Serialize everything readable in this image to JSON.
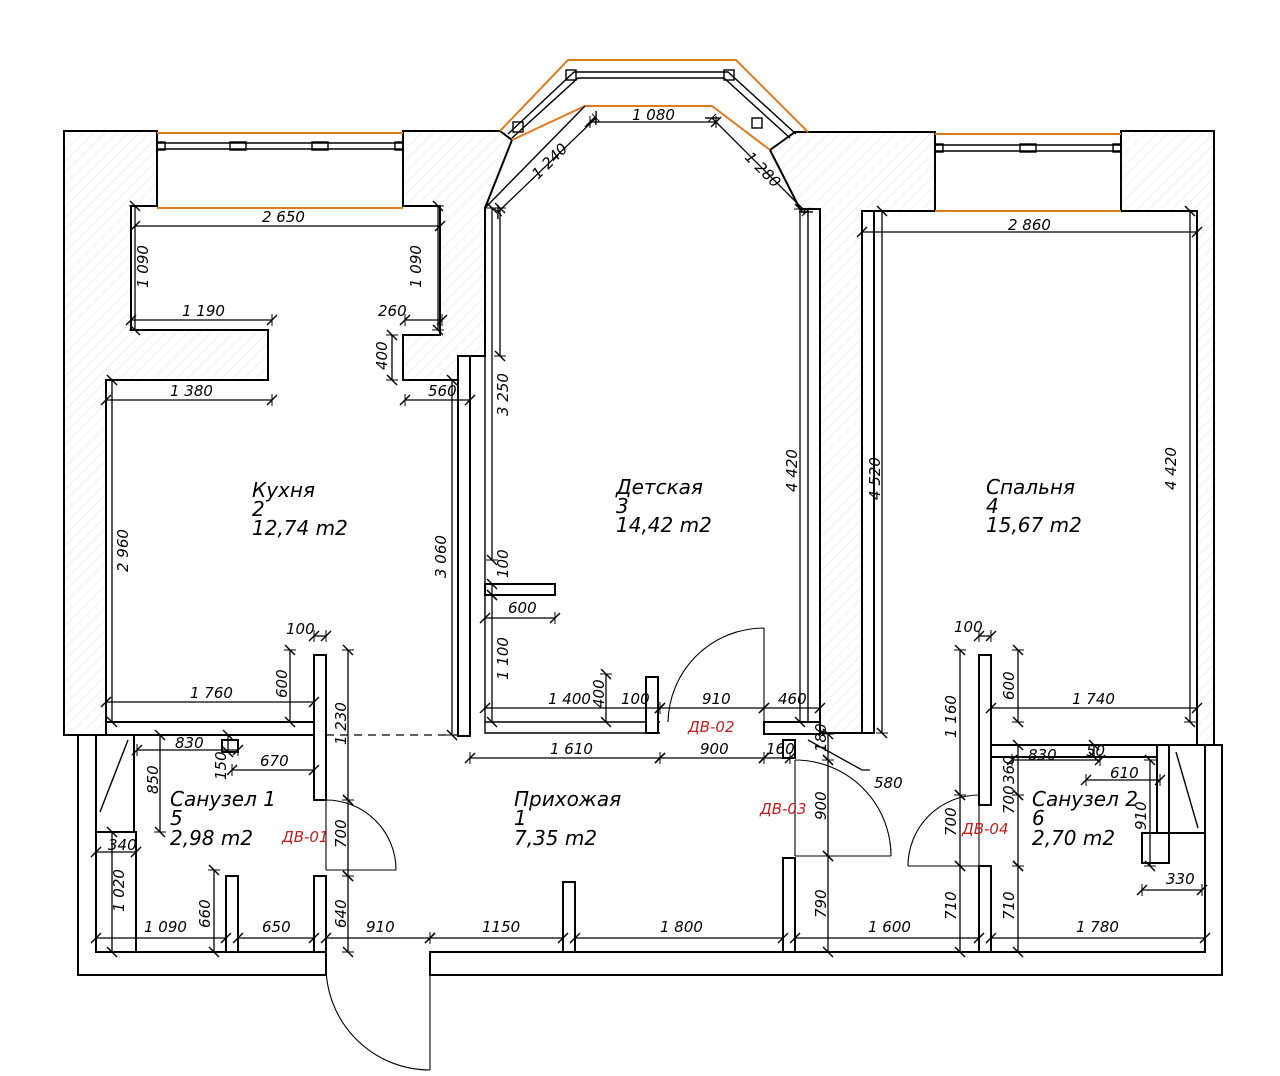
{
  "rooms": [
    {
      "key": "kitchen",
      "name": "Кухня",
      "number": "2",
      "area": "12,74 m2"
    },
    {
      "key": "kids",
      "name": "Детская",
      "number": "3",
      "area": "14,42 m2"
    },
    {
      "key": "bedroom",
      "name": "Спальня",
      "number": "4",
      "area": "15,67 m2"
    },
    {
      "key": "bath1",
      "name": "Санузел 1",
      "number": "5",
      "area": "2,98 m2"
    },
    {
      "key": "hall",
      "name": "Прихожая",
      "number": "1",
      "area": "7,35 m2"
    },
    {
      "key": "bath2",
      "name": "Санузел 2",
      "number": "6",
      "area": "2,70 m2"
    }
  ],
  "doors": [
    "ДВ-01",
    "ДВ-02",
    "ДВ-03",
    "ДВ-04"
  ],
  "dimensions": {
    "kitchen_width": "2 650",
    "kitchen_niche_left": "1 090",
    "kitchen_niche_right": "1 090",
    "kitchen_1190": "1 190",
    "kitchen_260": "260",
    "kitchen_400": "400",
    "kitchen_1380": "1 380",
    "kitchen_560": "560",
    "kitchen_2960": "2 960",
    "kitchen_3060": "3 060",
    "kitchen_1760": "1 760",
    "kitchen_600": "600",
    "kitchen_100": "100",
    "bay_1080": "1 080",
    "bay_1240": "1 240",
    "bay_1280": "1 280",
    "kids_3250": "3 250",
    "kids_4420": "4 420",
    "kids_100": "100",
    "kids_600": "600",
    "kids_1100": "1 100",
    "kids_1400": "1 400",
    "kids_400": "400",
    "kids_100b": "100",
    "kids_910": "910",
    "kids_460": "460",
    "bed_2860": "2 860",
    "bed_4520": "4 520",
    "bed_4420": "4 420",
    "bed_100": "100",
    "bed_600": "600",
    "bed_1740": "1 740",
    "b1_830": "830",
    "b1_850": "850",
    "b1_150": "150",
    "b1_670": "670",
    "b1_1230": "1 230",
    "b1_700": "700",
    "b1_340": "340",
    "b1_1020": "1 020",
    "hall_1610": "1 610",
    "hall_900": "900",
    "hall_160": "160",
    "hall_180": "180",
    "hall_580": "580",
    "hall_900v": "900",
    "hall_790": "790",
    "b2_1160": "1 160",
    "b2_830": "830",
    "b2_50": "50",
    "b2_360": "360",
    "b2_610": "610",
    "b2_700a": "700",
    "b2_700b": "700",
    "b2_910": "910",
    "b2_330": "330",
    "bot_1090": "1 090",
    "bot_660": "660",
    "bot_650": "650",
    "bot_640": "640",
    "bot_910": "910",
    "bot_1150": "1150",
    "bot_1800": "1 800",
    "bot_1600": "1 600",
    "bot_710a": "710",
    "bot_710b": "710",
    "bot_1780": "1 780"
  }
}
